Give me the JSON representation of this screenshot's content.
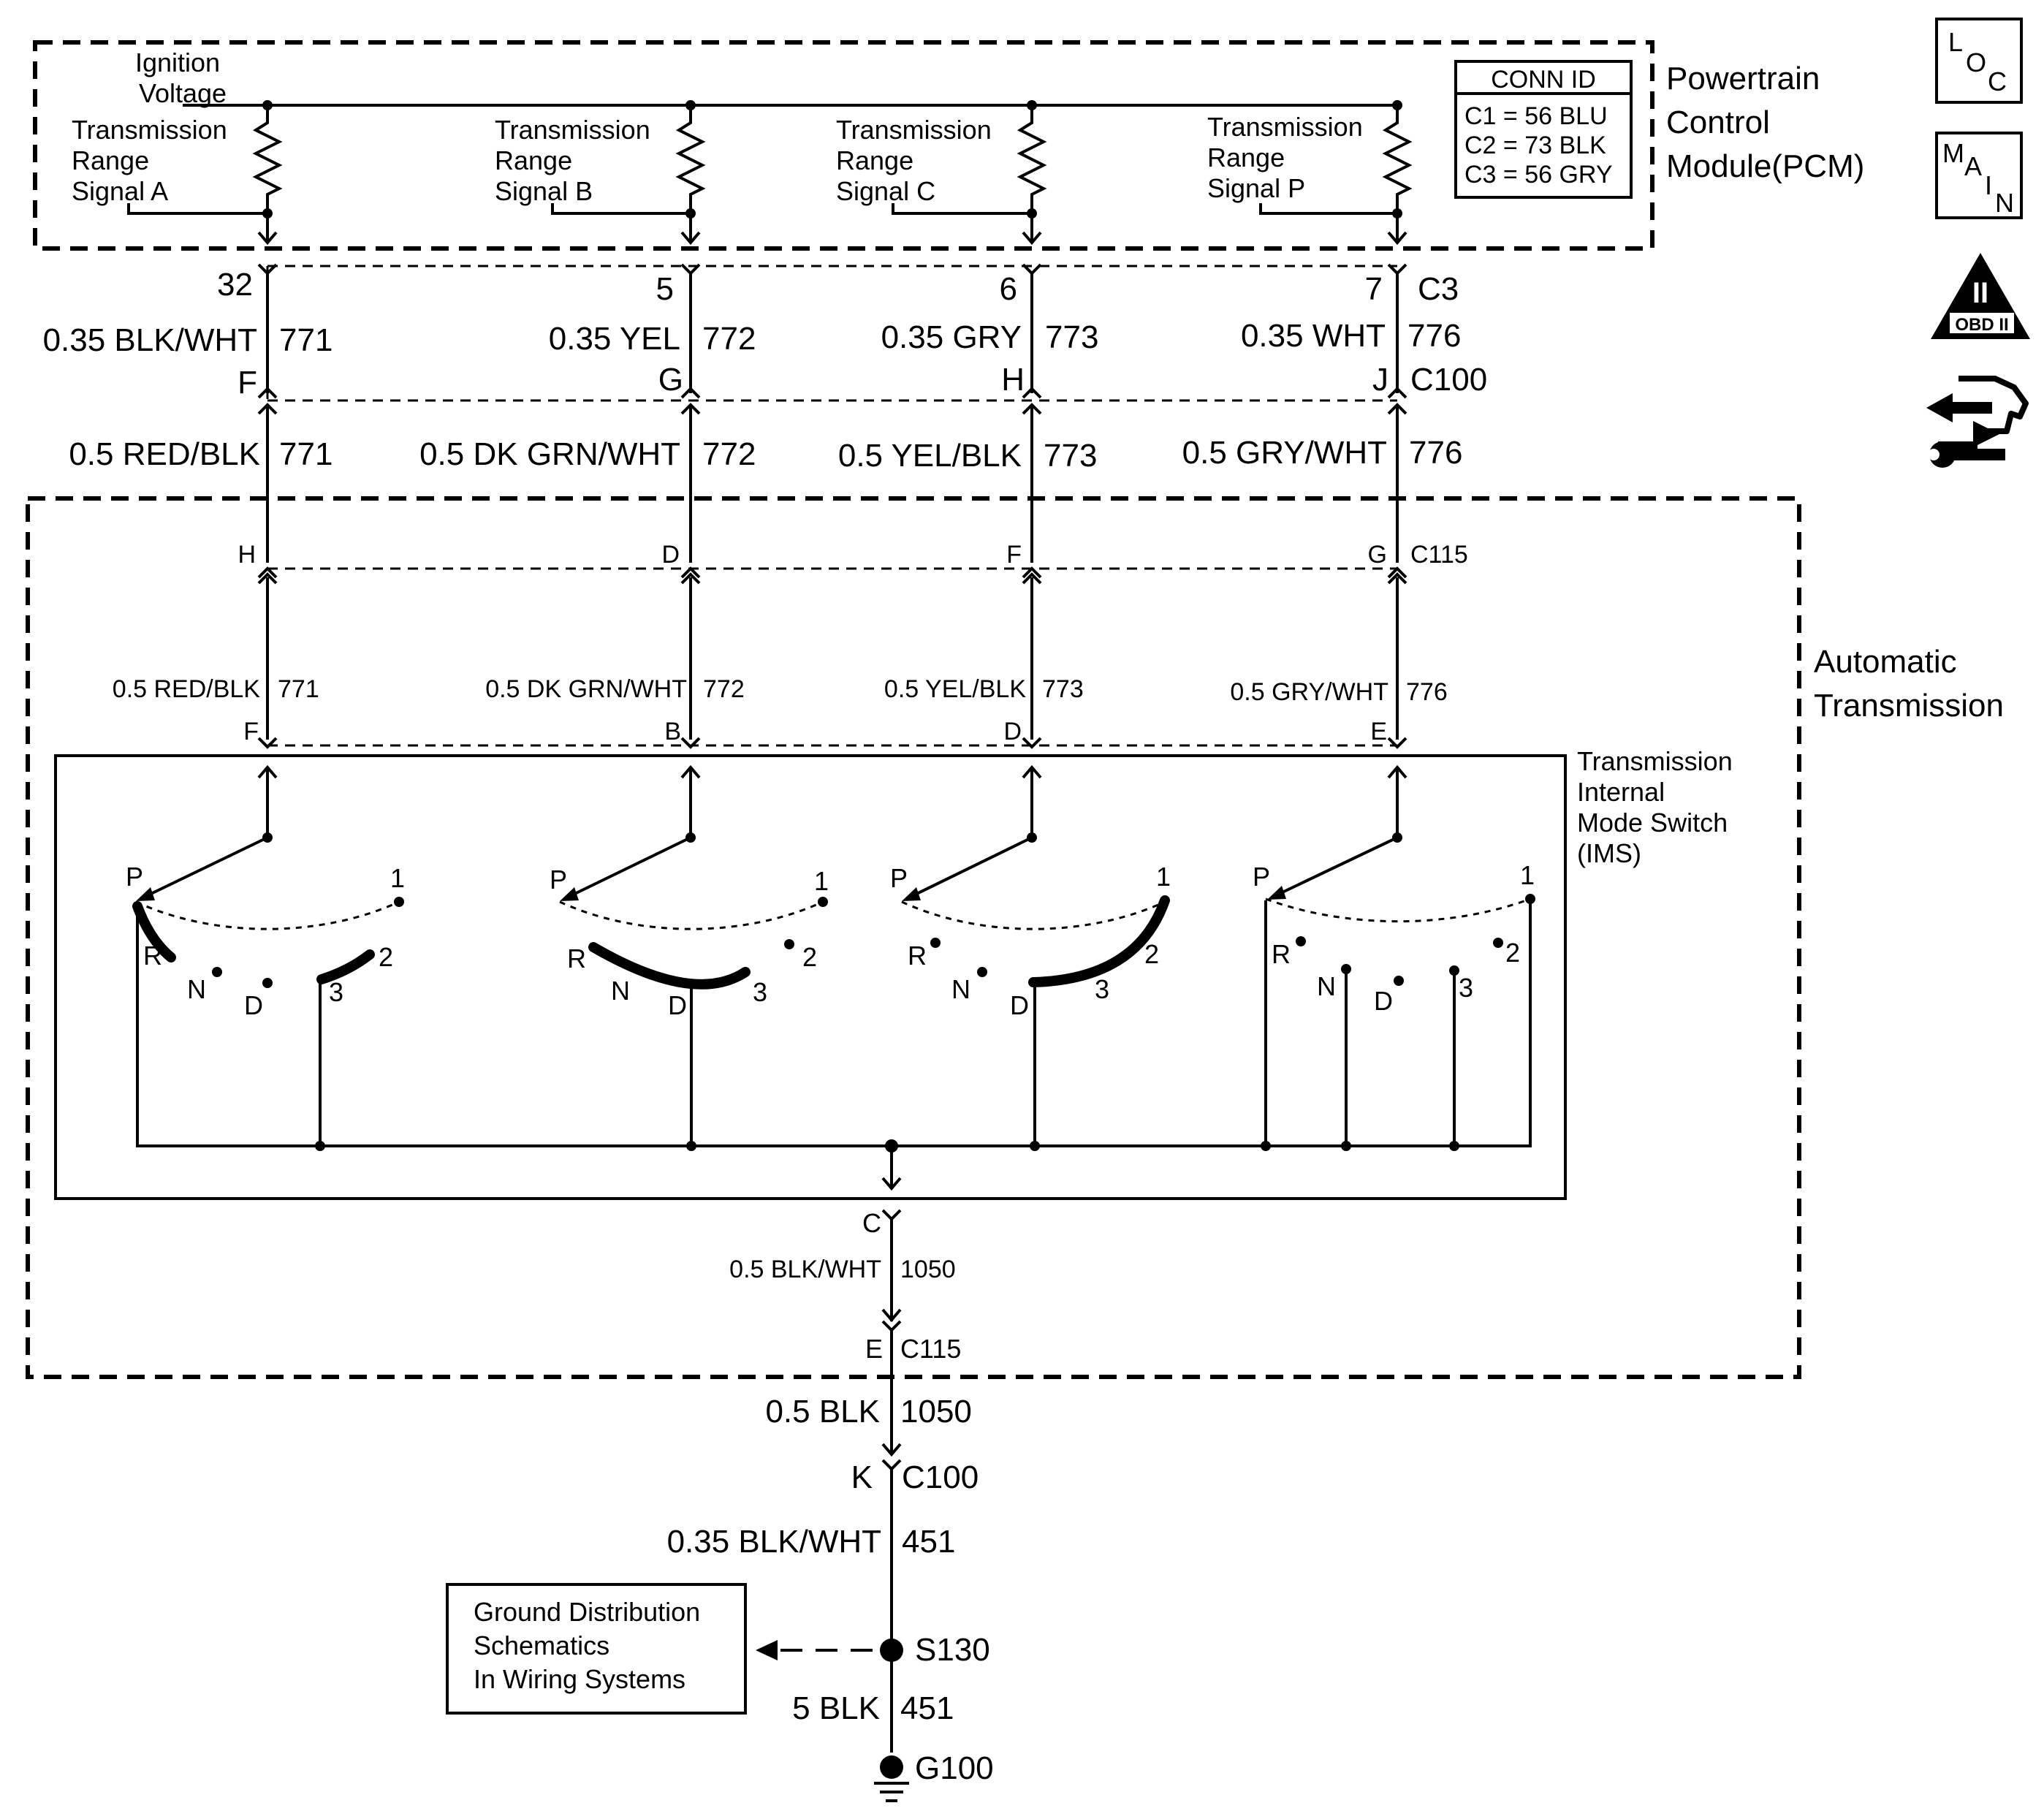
{
  "pcm": {
    "title_lines": [
      "Powertrain",
      "Control",
      "Module(PCM)"
    ],
    "ignition_lines": [
      "Ignition",
      "Voltage"
    ],
    "conn_id": {
      "heading": "CONN ID",
      "rows": [
        "C1 = 56 BLU",
        "C2 = 73 BLK",
        "C3 = 56 GRY"
      ]
    },
    "signals": [
      {
        "lines": [
          "Transmission",
          "Range",
          "Signal A"
        ]
      },
      {
        "lines": [
          "Transmission",
          "Range",
          "Signal B"
        ]
      },
      {
        "lines": [
          "Transmission",
          "Range",
          "Signal C"
        ]
      },
      {
        "lines": [
          "Transmission",
          "Range",
          "Signal P"
        ]
      }
    ],
    "pcm_pins": [
      "32",
      "5",
      "6",
      "7"
    ],
    "pcm_conn": "C3"
  },
  "upper_wires": [
    {
      "color": "0.35 BLK/WHT",
      "circuit": "771"
    },
    {
      "color": "0.35 YEL",
      "circuit": "772"
    },
    {
      "color": "0.35 GRY",
      "circuit": "773"
    },
    {
      "color": "0.35 WHT",
      "circuit": "776"
    }
  ],
  "c100_pins": [
    "F",
    "G",
    "H",
    "J"
  ],
  "c100_label": "C100",
  "mid_wires": [
    {
      "color": "0.5 RED/BLK",
      "circuit": "771"
    },
    {
      "color": "0.5 DK GRN/WHT",
      "circuit": "772"
    },
    {
      "color": "0.5 YEL/BLK",
      "circuit": "773"
    },
    {
      "color": "0.5 GRY/WHT",
      "circuit": "776"
    }
  ],
  "c115_pins": [
    "H",
    "D",
    "F",
    "G"
  ],
  "c115_label": "C115",
  "auto_trans_lines": [
    "Automatic",
    "Transmission"
  ],
  "inner_wires": [
    {
      "color": "0.5 RED/BLK",
      "circuit": "771"
    },
    {
      "color": "0.5 DK GRN/WHT",
      "circuit": "772"
    },
    {
      "color": "0.5 YEL/BLK",
      "circuit": "773"
    },
    {
      "color": "0.5 GRY/WHT",
      "circuit": "776"
    }
  ],
  "ims_pins": [
    "F",
    "B",
    "D",
    "E"
  ],
  "ims_lines": [
    "Transmission",
    "Internal",
    "Mode Switch",
    "(IMS)"
  ],
  "switch_positions": [
    "P",
    "R",
    "N",
    "D",
    "3",
    "2",
    "1"
  ],
  "ground": {
    "ims_pin": "C",
    "wire1_color": "0.5 BLK/WHT",
    "wire1_circuit": "1050",
    "c115_pin": "E",
    "c115_label": "C115",
    "wire2_color": "0.5 BLK",
    "wire2_circuit": "1050",
    "c100_pin": "K",
    "c100_label": "C100",
    "wire3_color": "0.35 BLK/WHT",
    "wire3_circuit": "451",
    "splice": "S130",
    "wire4_color": "5 BLK",
    "wire4_circuit": "451",
    "ground_id": "G100",
    "ref_box_lines": [
      "Ground Distribution",
      "Schematics",
      "In Wiring Systems"
    ]
  },
  "side_icons": {
    "loc": [
      "L",
      "O",
      "C"
    ],
    "main": [
      "M",
      "A",
      "I",
      "N"
    ],
    "obd": [
      "II",
      "OBD II"
    ]
  }
}
